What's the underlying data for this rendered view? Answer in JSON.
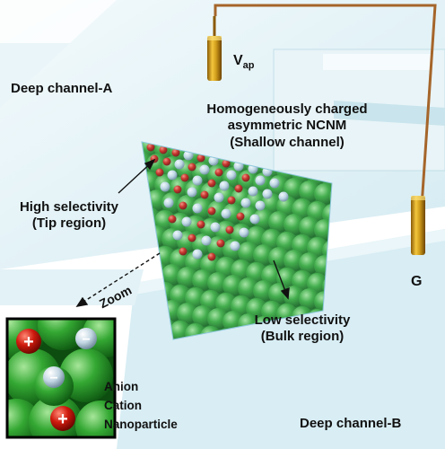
{
  "labels": {
    "deep_channel_a": "Deep channel-A",
    "deep_channel_b": "Deep channel-B",
    "vap_main": "V",
    "vap_sub": "ap",
    "ground": "G",
    "membrane_line1": "Homogeneously charged",
    "membrane_line2": "asymmetric NCNM",
    "membrane_line3": "(Shallow channel)",
    "tip_line1": "High selectivity",
    "tip_line2": "(Tip region)",
    "bulk_line1": "Low selectivity",
    "bulk_line2": "(Bulk region)",
    "zoom": "Zoom",
    "legend_anion": "Anion",
    "legend_cation": "Cation",
    "legend_nanoparticle": "Nanoparticle",
    "cation_symbol": "+",
    "anion_symbol": "−"
  },
  "colors": {
    "channel": "#dff1f6",
    "wire": "#a5652a",
    "electrode": "#d9a62a",
    "nanoparticle": "#2e9e2e",
    "cation": "#c8160c",
    "anion": "#bcd3e0"
  }
}
